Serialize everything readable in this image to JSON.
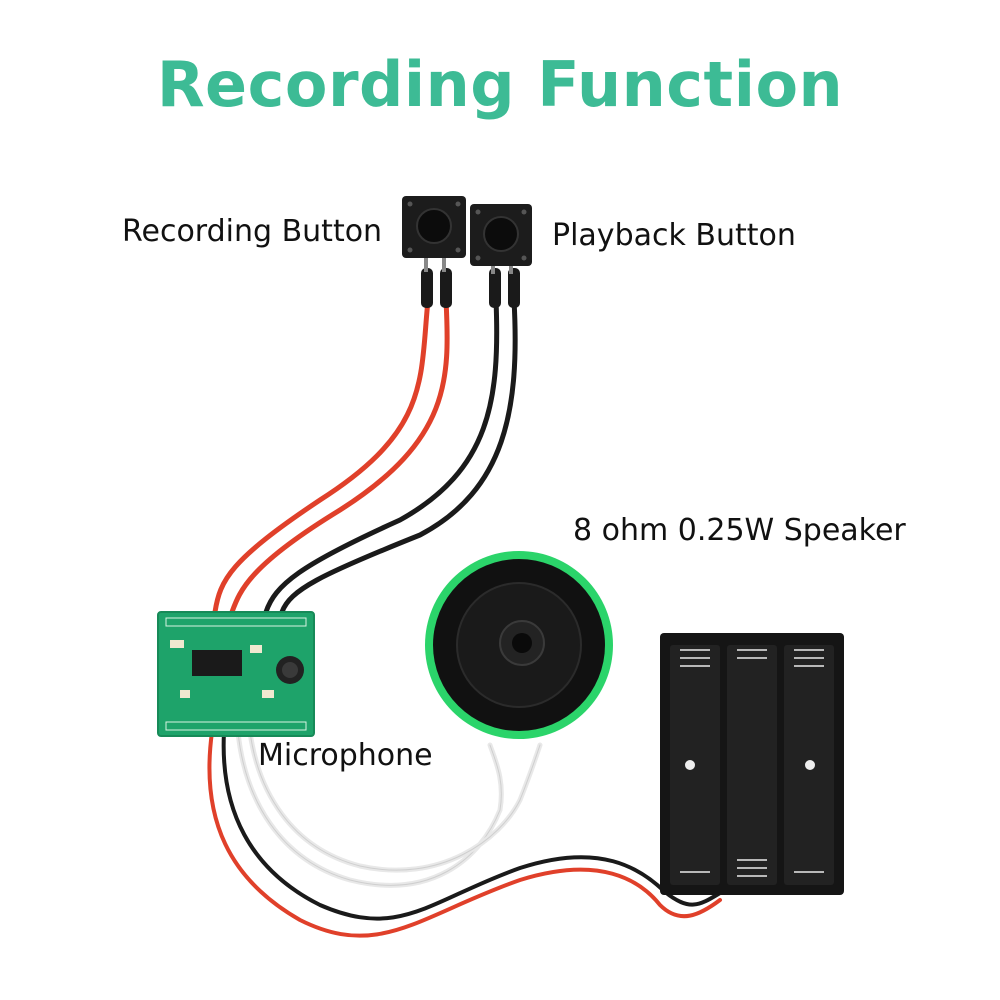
{
  "title": "Recording Function",
  "labels": {
    "recording_button": "Recording Button",
    "playback_button": "Playback Button",
    "speaker": "8 ohm 0.25W Speaker",
    "microphone": "Microphone"
  },
  "colors": {
    "title": "#3dbb95",
    "pcb": "#1ea36a",
    "wire_red": "#e0402a",
    "wire_black": "#1a1a1a",
    "wire_white": "#f2f2f2",
    "speaker_rim": "#2bd46a"
  }
}
